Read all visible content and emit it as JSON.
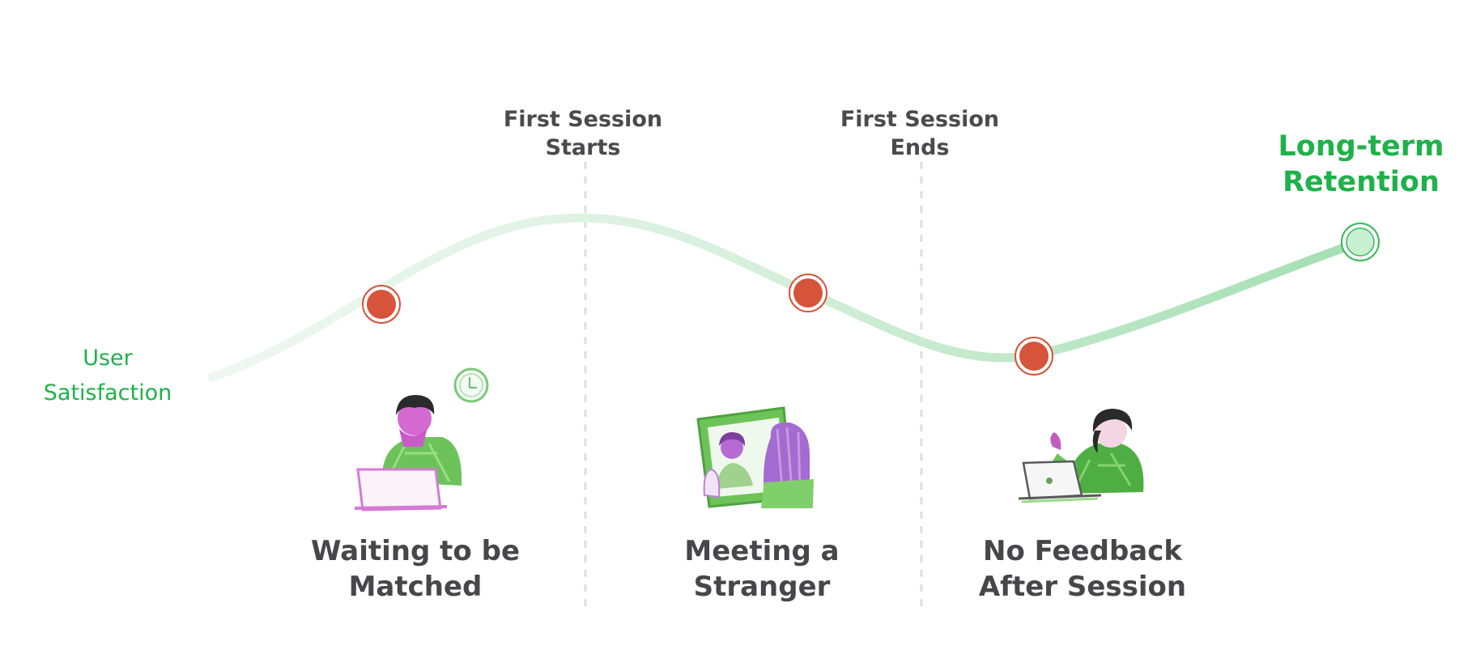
{
  "diagram": {
    "axis_label": {
      "line1": "User",
      "line2": "Satisfaction"
    },
    "goal_label": {
      "line1": "Long-term",
      "line2": "Retention"
    },
    "milestones": [
      {
        "line1": "First Session",
        "line2": "Starts"
      },
      {
        "line1": "First Session",
        "line2": "Ends"
      }
    ],
    "stages": [
      {
        "line1": "Waiting to be",
        "line2": "Matched",
        "marker": "pain-point",
        "illustration": "waiting-person-with-clock-icon"
      },
      {
        "line1": "Meeting a",
        "line2": "Stranger",
        "marker": "pain-point",
        "illustration": "video-call-icon"
      },
      {
        "line1": "No Feedback",
        "line2": "After Session",
        "marker": "pain-point",
        "illustration": "confused-person-laptop-icon"
      }
    ],
    "colors": {
      "curve_light": "#eaf6ec",
      "curve_dark": "#a7e0b4",
      "pain_point": "#d5543a",
      "goal_point": "#c9efd1",
      "accent_green": "#1fb14a",
      "text_dark": "#46464b",
      "divider": "#dddddd"
    }
  }
}
